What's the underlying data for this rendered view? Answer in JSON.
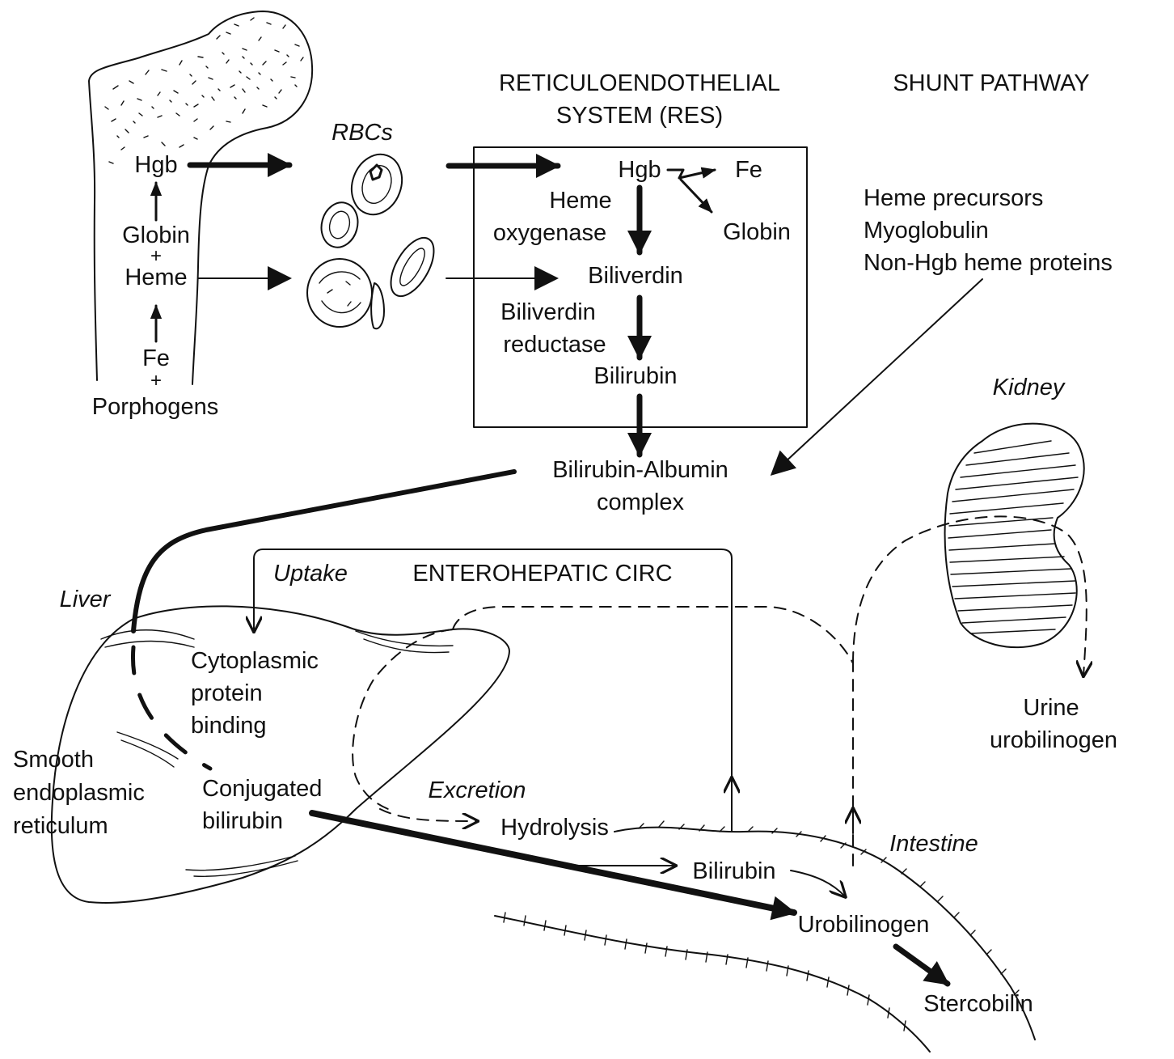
{
  "bone": {
    "hgb": "Hgb",
    "globin": "Globin",
    "plus1": "+",
    "heme": "Heme",
    "fe": "Fe",
    "plus2": "+",
    "porphogens": "Porphogens"
  },
  "rbc": {
    "label": "RBCs"
  },
  "res": {
    "title_line1": "RETICULOENDOTHELIAL",
    "title_line2": "SYSTEM (RES)",
    "hgb": "Hgb",
    "fe": "Fe",
    "globin": "Globin",
    "enzyme1_line1": "Heme",
    "enzyme1_line2": "oxygenase",
    "biliverdin": "Biliverdin",
    "enzyme2_line1": "Biliverdin",
    "enzyme2_line2": "reductase",
    "bilirubin": "Bilirubin"
  },
  "shunt": {
    "title": "SHUNT PATHWAY",
    "items": [
      "Heme precursors",
      "Myoglobulin",
      "Non-Hgb heme proteins"
    ]
  },
  "complex": {
    "line1": "Bilirubin-Albumin",
    "line2": "complex"
  },
  "kidney": {
    "label": "Kidney",
    "output_line1": "Urine",
    "output_line2": "urobilinogen"
  },
  "liver": {
    "label": "Liver",
    "uptake": "Uptake",
    "enterohepatic": "ENTEROHEPATIC CIRC",
    "binding_line1": "Cytoplasmic",
    "binding_line2": "protein",
    "binding_line3": "binding",
    "ser_line1": "Smooth",
    "ser_line2": "endoplasmic",
    "ser_line3": "reticulum",
    "conj_line1": "Conjugated",
    "conj_line2": "bilirubin",
    "excretion": "Excretion"
  },
  "intestine": {
    "label": "Intestine",
    "hydrolysis": "Hydrolysis",
    "bilirubin": "Bilirubin",
    "urobilinogen": "Urobilinogen",
    "stercobilin": "Stercobilin"
  }
}
